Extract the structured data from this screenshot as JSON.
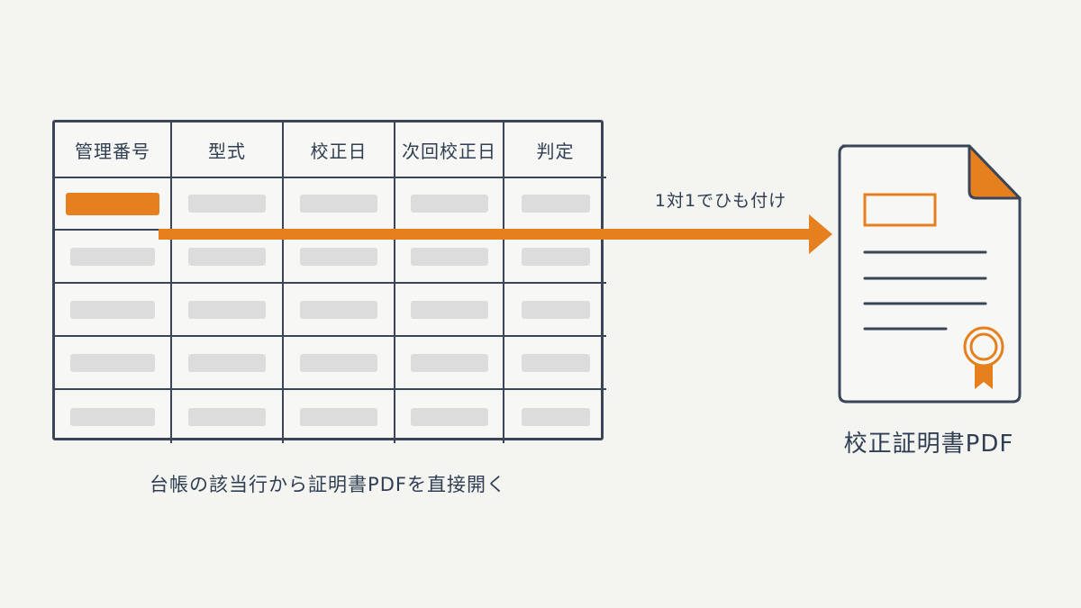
{
  "ledger": {
    "headers": [
      "管理番号",
      "型式",
      "校正日",
      "次回校正日",
      "判定"
    ],
    "caption": "台帳の該当行から証明書PDFを直接開く"
  },
  "link": {
    "label": "1対1でひも付け"
  },
  "document": {
    "caption": "校正証明書PDF"
  },
  "colors": {
    "accent": "#e6801f",
    "ink": "#3a4658",
    "placeholder": "#dcdcdc",
    "background": "#f4f4f1"
  },
  "icons": [
    "document-icon",
    "seal-ribbon-icon",
    "arrow-right-icon"
  ]
}
